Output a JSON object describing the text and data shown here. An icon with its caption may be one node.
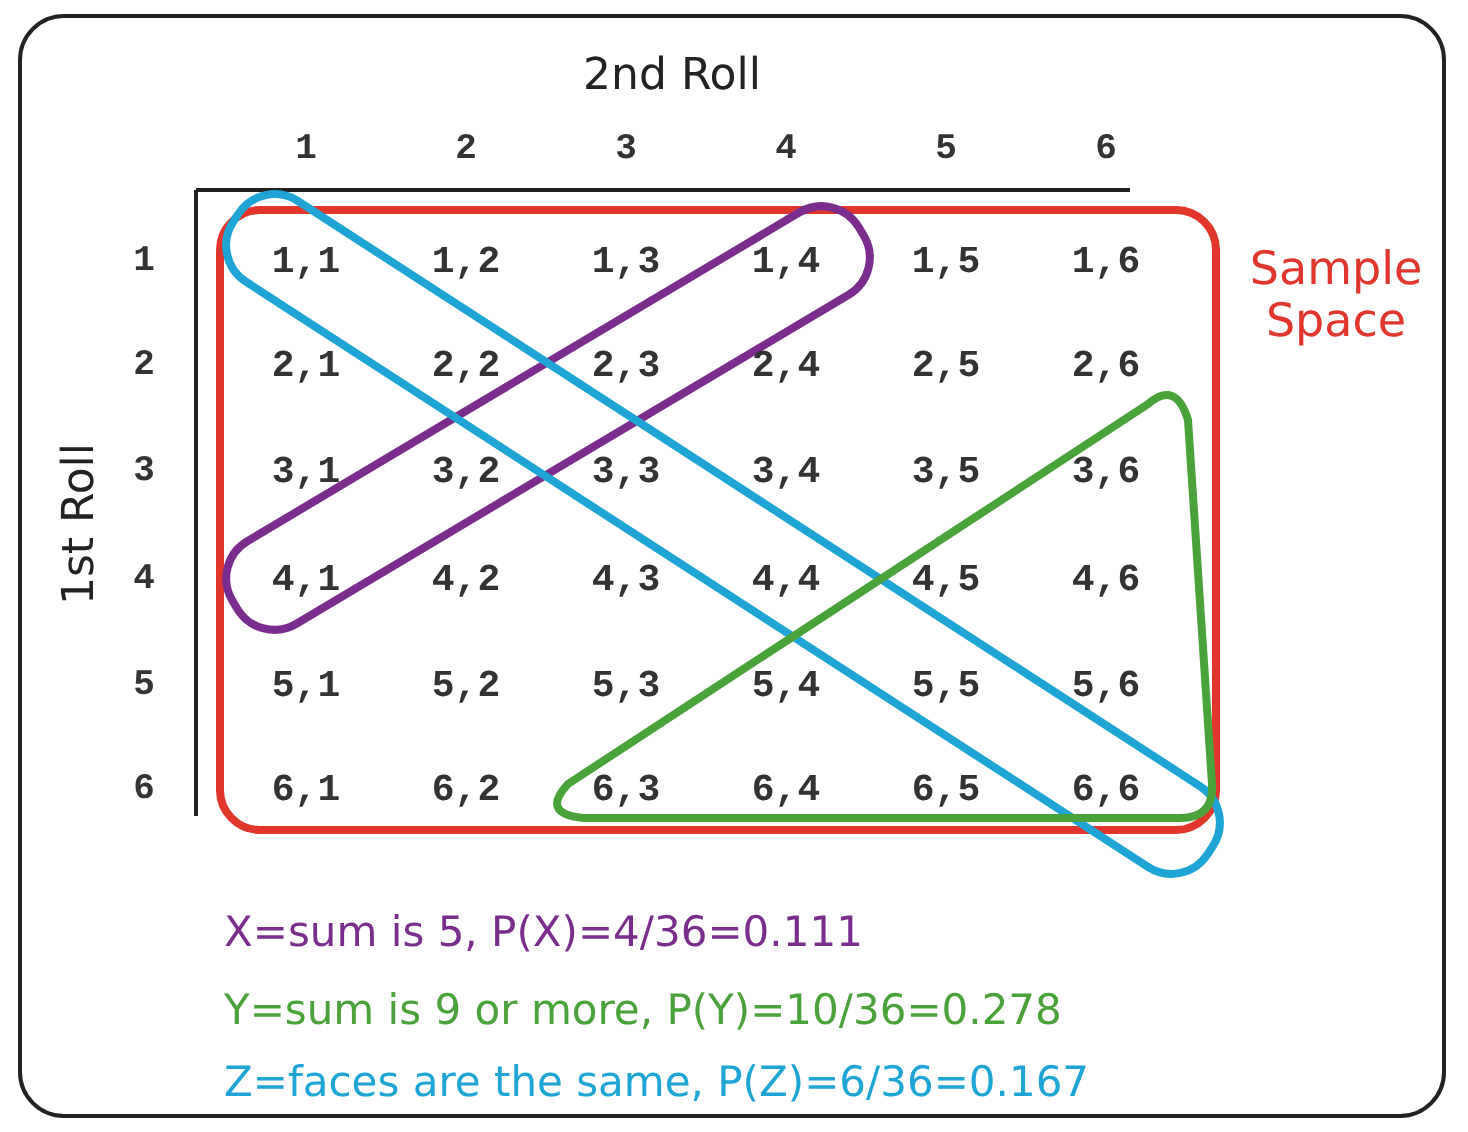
{
  "diagram": {
    "nodes": [
      {
        "text": [],
        "shape": "box",
        "beside": [
          "Sample Space"
        ]
      }
    ],
    "edges": [],
    "labels": [
      "2nd Roll",
      "1",
      "2",
      "3",
      "4",
      "5",
      "6",
      "1st Roll",
      "1",
      "1,1",
      "1,2",
      "1,3",
      "1,4",
      "1,5",
      "1,6",
      "2",
      "2,1",
      "2,2",
      "2,3",
      "2,4",
      "2,5",
      "2,6",
      "3",
      "3,1",
      "3,2",
      "3,3",
      "3,4",
      "3,5",
      "3,6",
      "4",
      "4,1",
      "4,2",
      "4,3",
      "4,4",
      "4,5",
      "4,6",
      "5",
      "5,1",
      "5,2",
      "5,3",
      "5,4",
      "5,5",
      "5,6",
      "6",
      "6,1",
      "6,2",
      "6,3",
      "6,4",
      "6,5",
      "6,6",
      "X=sum is 5, P(X)=4/36=0.111",
      "Y=sum is 9 or more, P(Y)=10/36=0.278",
      "Z=faces are the same, P(Z)=6/36=0.167"
    ]
  }
}
